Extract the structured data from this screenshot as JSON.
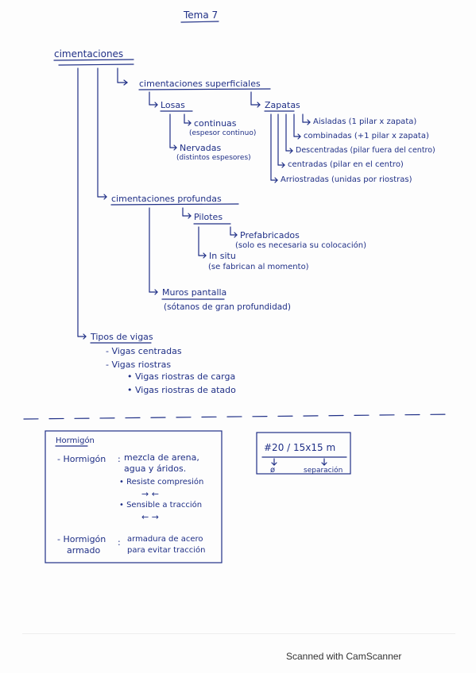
{
  "title": "Tema 7",
  "root": "cimentaciones",
  "superficiales": {
    "label": "cimentaciones superficiales",
    "losas": {
      "label": "Losas",
      "continuas": "continuas",
      "continuas_note": "(espesor continuo)",
      "nervadas": "Nervadas",
      "nervadas_note": "(distintos espesores)"
    },
    "zapatas": {
      "label": "Zapatas",
      "items": [
        "Aisladas (1 pilar x zapata)",
        "combinadas (+1 pilar x zapata)",
        "Descentradas (pilar fuera del centro)",
        "centradas (pilar en el centro)",
        "Arriostradas (unidas por riostras)"
      ]
    }
  },
  "profundas": {
    "label": "cimentaciones profundas",
    "pilotes": {
      "label": "Pilotes",
      "prefabricados": "Prefabricados",
      "prefabricados_note": "(solo es necesaria su colocación)",
      "in_situ": "In situ",
      "in_situ_note": "(se fabrican al momento)"
    },
    "muros": "Muros pantalla",
    "muros_note": "(sótanos de gran profundidad)"
  },
  "vigas": {
    "label": "Tipos de vigas",
    "items": [
      "- Vigas centradas",
      "- Vigas riostras"
    ],
    "subitems": [
      "• Vigas riostras de carga",
      "• Vigas riostras de atado"
    ]
  },
  "box1": {
    "title": "Hormigón",
    "h1_label": "- Hormigón",
    "h1_def1": "mezcla de arena,",
    "h1_def2": "agua y áridos.",
    "compresion": "• Resiste compresión",
    "compresion_arrows": "→ ←",
    "traccion": "• Sensible a tracción",
    "traccion_arrows": "← →",
    "h2_label1": "- Hormigón",
    "h2_label2": "armado",
    "h2_def1": "armadura de acero",
    "h2_def2": "para evitar tracción"
  },
  "box2": {
    "formula": "#20 / 15x15 m",
    "phi": "ø",
    "separacion": "separación"
  },
  "footer": "Scanned with CamScanner",
  "colors": {
    "ink": "#1f2f86",
    "paper": "#fdfdfd"
  }
}
